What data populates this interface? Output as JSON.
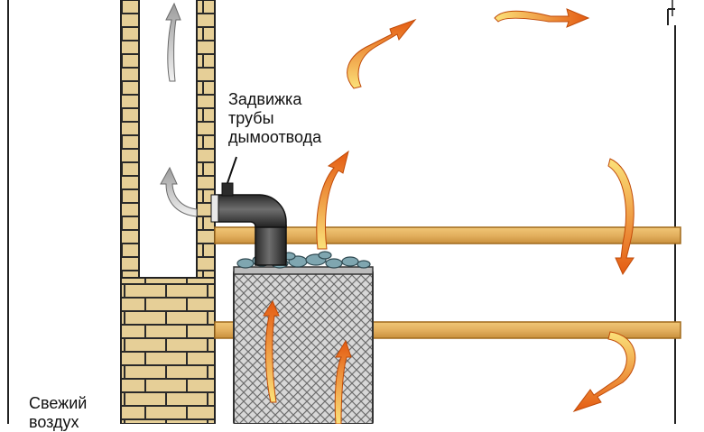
{
  "labels": {
    "damper": [
      "Задвижка",
      "трубы",
      "дымоотвода"
    ],
    "fresh_air": [
      "Свежий",
      "воздух"
    ]
  },
  "colors": {
    "brick": "#e6cf97",
    "brick_line": "#2a2a2a",
    "wood": "#e3b05f",
    "wood_edge": "#a06a1c",
    "pipe": "#3d3d3d",
    "mesh": "#bfbfbf",
    "stones": "#7fa6b0",
    "hot_flow_start": "#f5c24a",
    "hot_flow_end": "#e45b12",
    "smoke_flow": "#b9b9b9"
  },
  "icons": {
    "hot_air_arrow": "curved-arrow-icon",
    "smoke_arrow": "curved-arrow-icon"
  }
}
